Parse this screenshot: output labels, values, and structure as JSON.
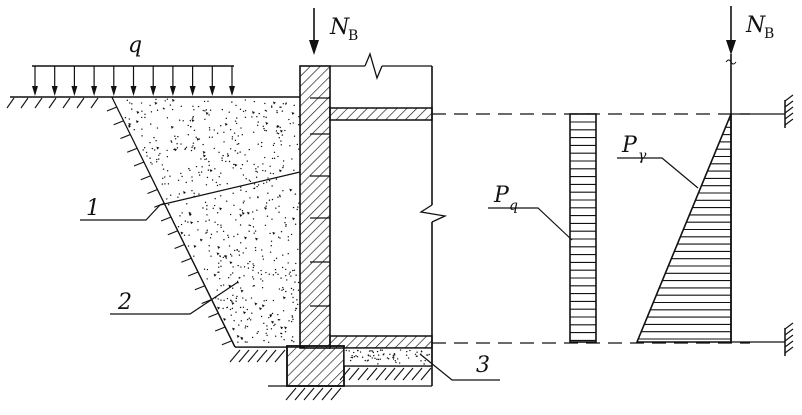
{
  "labels": {
    "load_q": "q",
    "force_left_main": "N",
    "force_left_sub": "B",
    "force_right_main": "N",
    "force_right_sub": "B",
    "pressure_q_main": "P",
    "pressure_q_sub": "q",
    "pressure_gamma_main": "P",
    "pressure_gamma_sub": "γ",
    "callout_1": "1",
    "callout_2": "2",
    "callout_3": "3"
  },
  "colors": {
    "ink": "#111111",
    "paper": "#ffffff"
  }
}
